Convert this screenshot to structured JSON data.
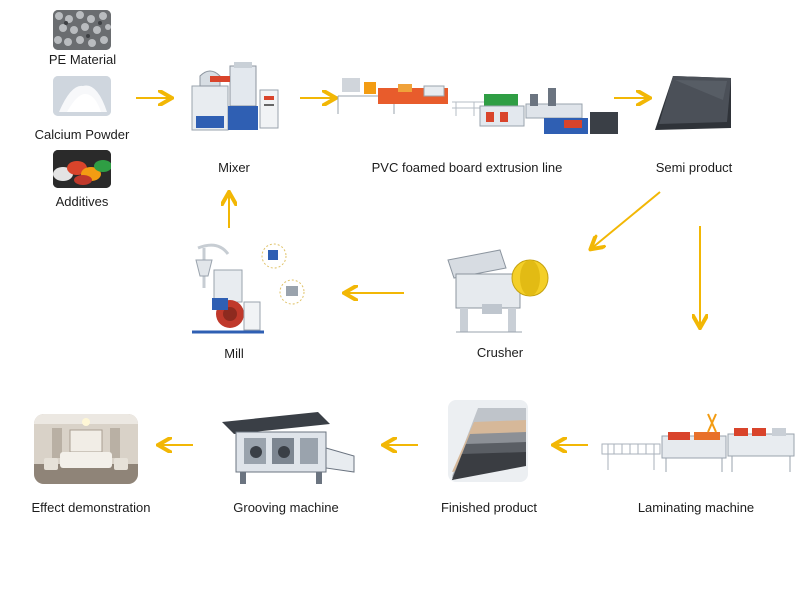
{
  "inputs": {
    "pe_material": "PE Material",
    "calcium_powder": "Calcium Powder",
    "additives": "Additives"
  },
  "stages": {
    "mixer": "Mixer",
    "extrusion_line": "PVC foamed board extrusion line",
    "semi_product": "Semi product",
    "crusher": "Crusher",
    "mill": "Mill",
    "laminating_machine": "Laminating machine",
    "finished_product": "Finished product",
    "grooving_machine": "Grooving machine",
    "effect_demonstration": "Effect demonstration"
  },
  "colors": {
    "arrow": "#f2b705",
    "machine_blue": "#2f5fb3",
    "machine_red": "#d9442b",
    "board_dark": "#2b2f36"
  }
}
